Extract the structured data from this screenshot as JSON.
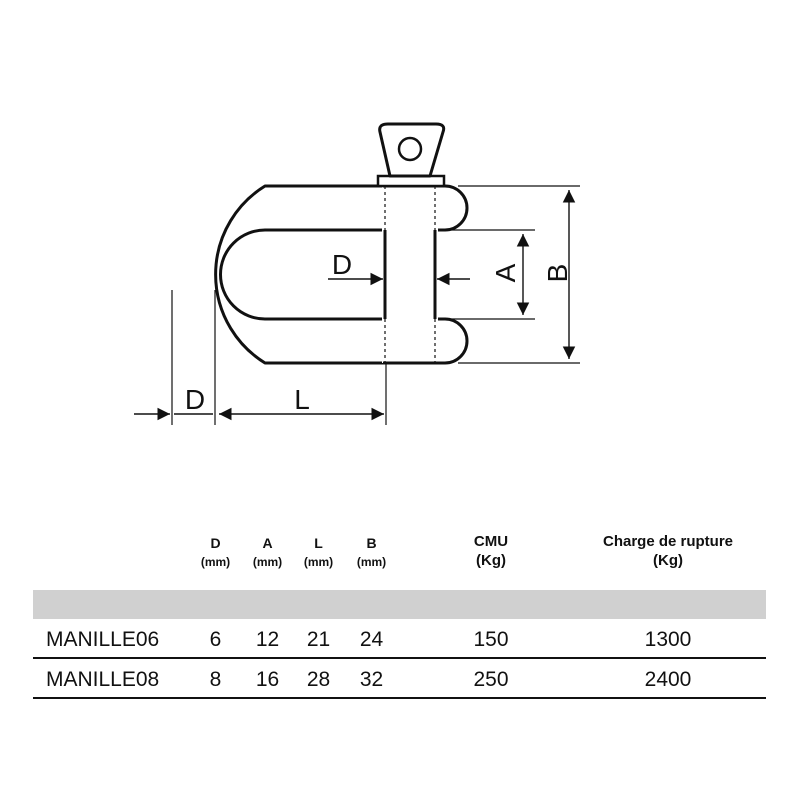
{
  "drawing": {
    "dim_labels": {
      "d_top": "D",
      "a": "A",
      "b": "B",
      "d_bottom": "D",
      "l": "L"
    }
  },
  "table": {
    "headers": [
      {
        "main": "D",
        "unit": "(mm)"
      },
      {
        "main": "A",
        "unit": "(mm)"
      },
      {
        "main": "L",
        "unit": "(mm)"
      },
      {
        "main": "B",
        "unit": "(mm)"
      },
      {
        "main": "CMU",
        "unit": "(Kg)"
      },
      {
        "main": "Charge de rupture",
        "unit": "(Kg)"
      }
    ],
    "rows": [
      {
        "name": "MANILLE06",
        "d": "6",
        "a": "12",
        "l": "21",
        "b": "24",
        "cmu": "150",
        "rupture": "1300"
      },
      {
        "name": "MANILLE08",
        "d": "8",
        "a": "16",
        "l": "28",
        "b": "32",
        "cmu": "250",
        "rupture": "2400"
      }
    ]
  }
}
